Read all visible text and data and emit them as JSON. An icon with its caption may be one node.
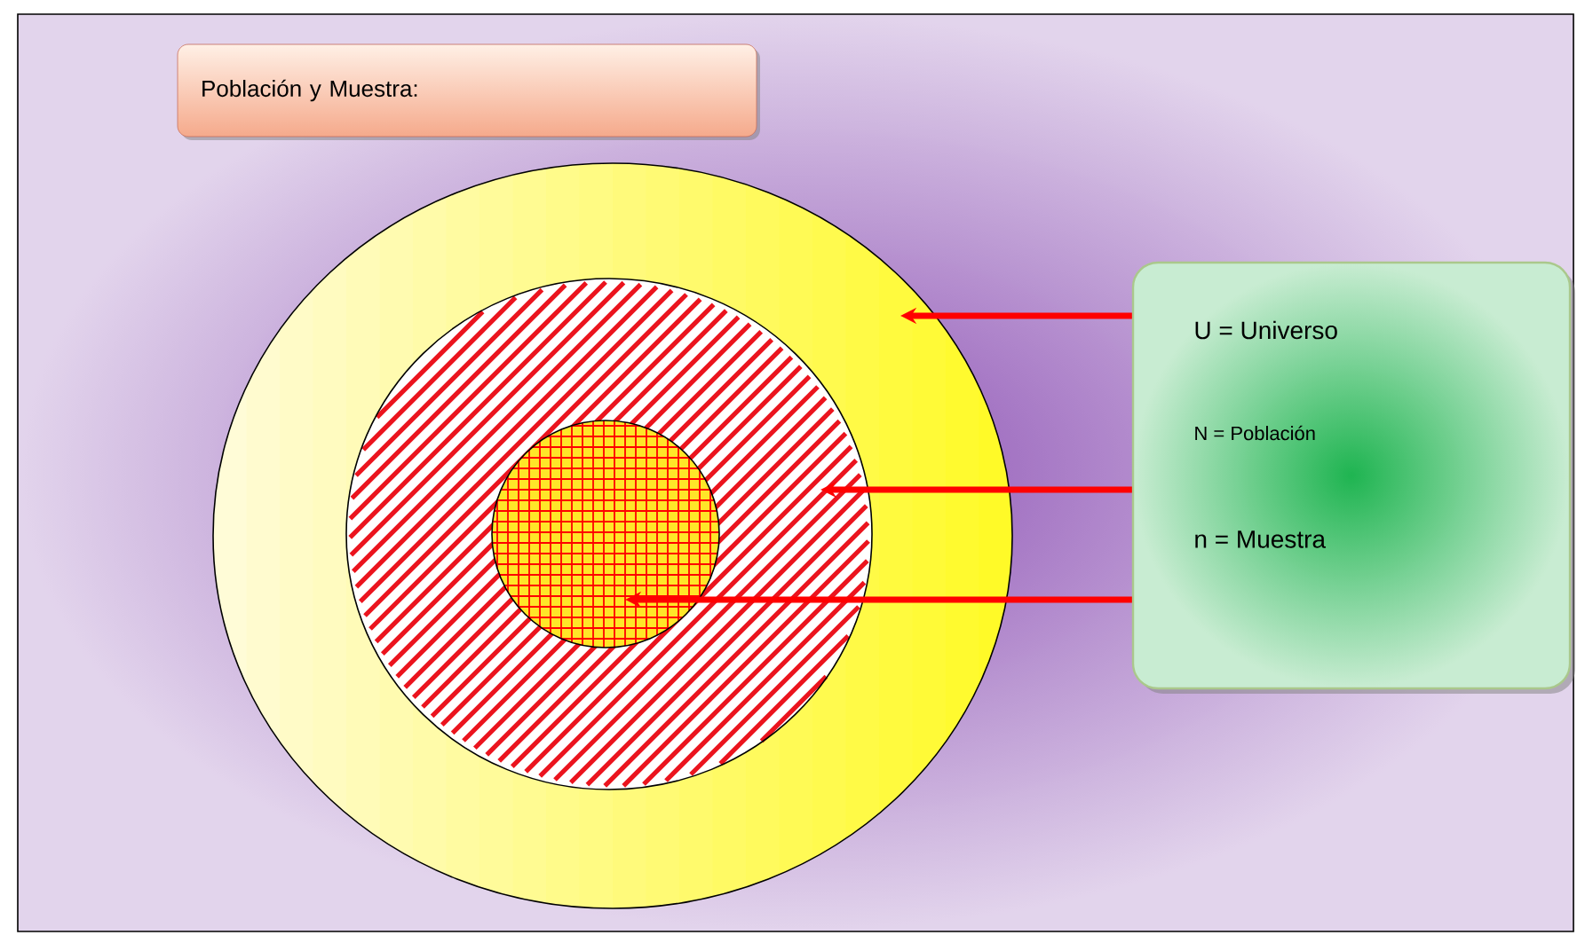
{
  "diagram": {
    "nodes": [
      {
        "text": [
          "Población y Muestra:"
        ]
      },
      {
        "text": [],
        "shape": "circle"
      },
      {
        "text": [],
        "shape": "circle",
        "in": 1
      },
      {
        "text": [],
        "shape": "circle",
        "in": 2
      },
      {
        "text": [
          "U = Universo",
          "N = Población",
          "n = Muestra"
        ]
      }
    ],
    "edges": [
      {
        "from": 4,
        "to": 1,
        "arrow": "to"
      },
      {
        "from": 4,
        "to": 2,
        "arrow": "to"
      },
      {
        "from": 4,
        "to": 3,
        "arrow": "to"
      }
    ]
  }
}
